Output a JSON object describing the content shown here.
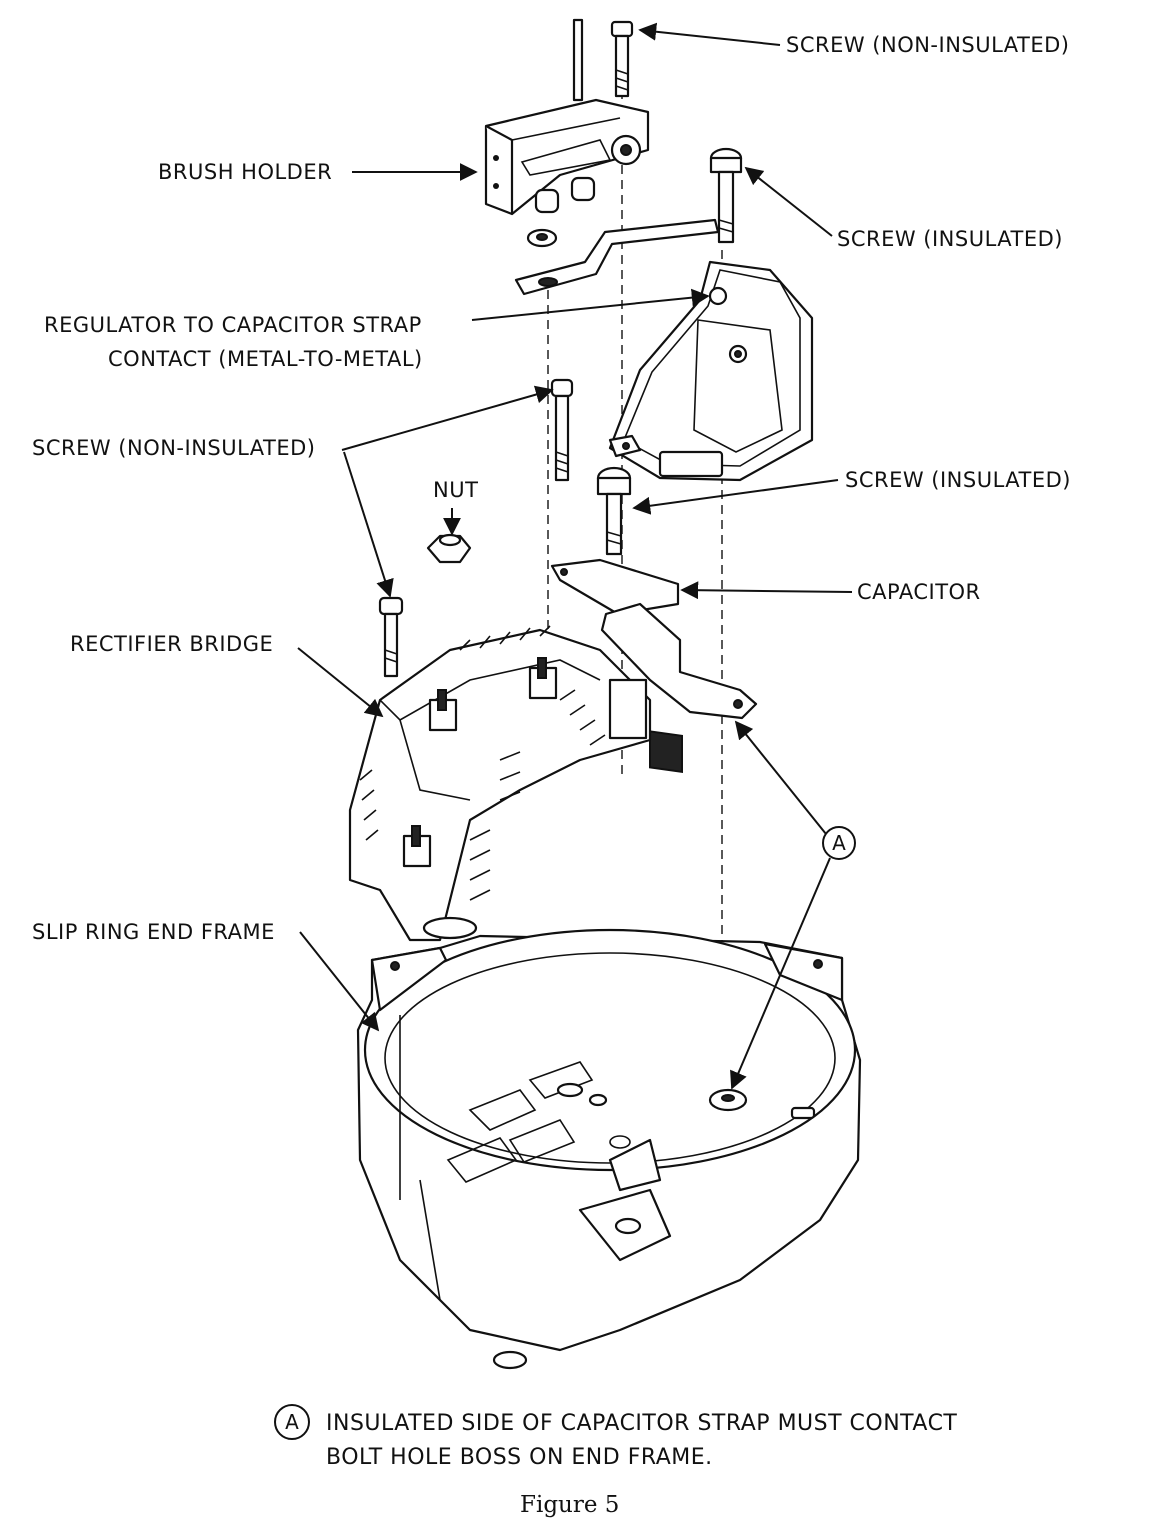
{
  "labels": {
    "screw_non_insulated_top": "SCREW (NON-INSULATED)",
    "brush_holder": "BRUSH HOLDER",
    "screw_insulated_top": "SCREW (INSULATED)",
    "regulator_strap_line1": "REGULATOR TO CAPACITOR STRAP",
    "regulator_strap_line2": "CONTACT (METAL-TO-METAL)",
    "screw_non_insulated_mid": "SCREW (NON-INSULATED)",
    "nut": "NUT",
    "screw_insulated_mid": "SCREW (INSULATED)",
    "capacitor": "CAPACITOR",
    "rectifier_bridge": "RECTIFIER BRIDGE",
    "slip_ring_end_frame": "SLIP RING END FRAME",
    "callout_a": "A"
  },
  "note": {
    "marker": "A",
    "line1": "INSULATED SIDE OF CAPACITOR STRAP MUST CONTACT",
    "line2": "BOLT HOLE BOSS ON END FRAME."
  },
  "caption": "Figure 5"
}
